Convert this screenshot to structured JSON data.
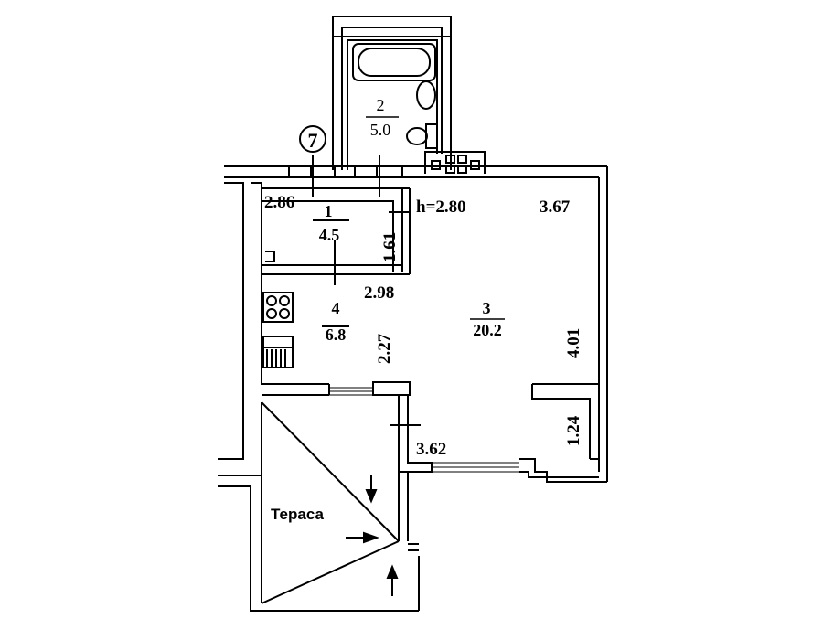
{
  "axis_marker": "7",
  "rooms": [
    {
      "id": "1",
      "area": "4.5"
    },
    {
      "id": "2",
      "area": "5.0"
    },
    {
      "id": "3",
      "area": "20.2"
    },
    {
      "id": "4",
      "area": "6.8"
    }
  ],
  "dimensions": {
    "d_286": "2.86",
    "d_280": "h=2.80",
    "d_367": "3.67",
    "d_161": "1.61",
    "d_298": "2.98",
    "d_227": "2.27",
    "d_401": "4.01",
    "d_124": "1.24",
    "d_362": "3.62"
  },
  "terrace_label": "Тераса",
  "colors": {
    "line": "#000000",
    "background": "#ffffff"
  },
  "icons": [
    "bathtub-icon",
    "sink-icon",
    "toilet-icon",
    "stove-icon",
    "radiator-icon",
    "arrow-icon"
  ]
}
